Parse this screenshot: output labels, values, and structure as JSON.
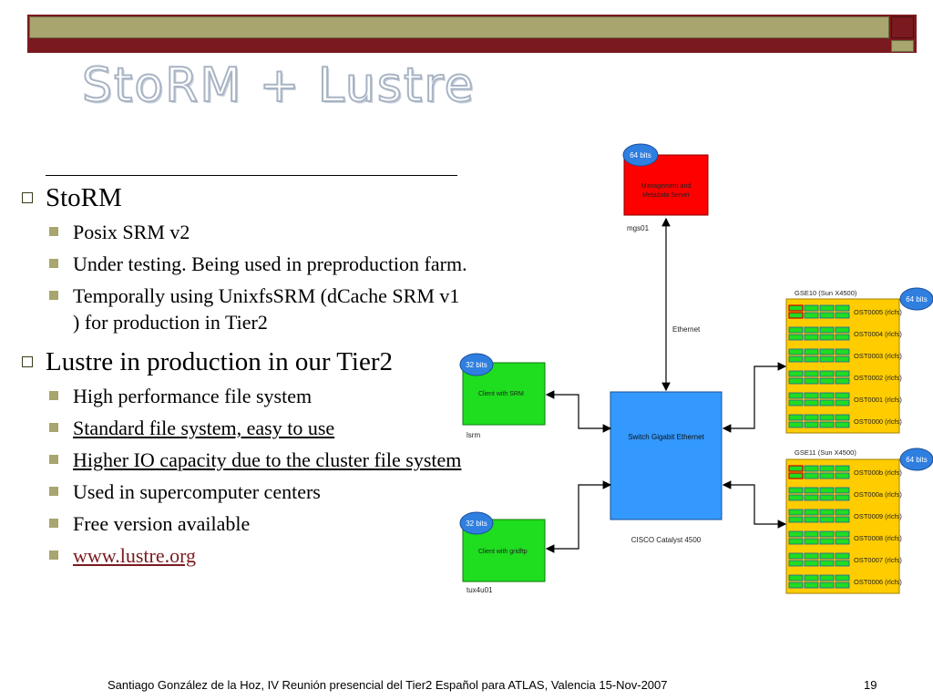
{
  "title": "StoRM + Lustre",
  "sections": [
    {
      "label": "StoRM",
      "items": [
        {
          "text": "Posix SRM v2"
        },
        {
          "text": "Under testing. Being used in preproduction farm."
        },
        {
          "text": "Temporally using UnixfsSRM (dCache SRM v1 ) for production in Tier2"
        }
      ]
    },
    {
      "label": "Lustre in production in our Tier2",
      "items": [
        {
          "text": "High performance file system"
        },
        {
          "text": "Standard file system, easy to use"
        },
        {
          "text": "Higher IO capacity due to the cluster file system"
        },
        {
          "text": "Used in supercomputer centers"
        },
        {
          "text": "Free version available"
        },
        {
          "text": "www.lustre.org"
        }
      ]
    }
  ],
  "diagram": {
    "mgs": {
      "badge": "64 bits",
      "label": "Management and Metadata Server",
      "host": "mgs01"
    },
    "ethernet_label": "Ethernet",
    "srm_client": {
      "badge": "32 bits",
      "label": "Client with SRM",
      "host": "lsrm"
    },
    "gridftp_client": {
      "badge": "32 bits",
      "label": "Client with gridftp",
      "host": "tux4u01"
    },
    "switch": {
      "label": "Switch Gigabit Ethernet",
      "caption": "CISCO Catalyst 4500"
    },
    "gse10": {
      "title": "GSE10 (Sun X4500)",
      "badge": "64 bits",
      "osts": [
        "OST0005 (rlcfs)",
        "OST0004 (rlcfs)",
        "OST0003 (rlcfs)",
        "OST0002 (rlcfs)",
        "OST0001 (rlcfs)",
        "OST0000 (rlcfs)"
      ]
    },
    "gse11": {
      "title": "GSE11 (Sun X4500)",
      "badge": "64 bits",
      "osts": [
        "OST000b (rlcfs)",
        "OST000a (rlcfs)",
        "OST0009 (rlcfs)",
        "OST0008 (rlcfs)",
        "OST0007 (rlcfs)",
        "OST0006 (rlcfs)"
      ]
    },
    "colors": {
      "server_red": "#ff0000",
      "client_green": "#1fdd1f",
      "switch_blue": "#3399ff",
      "storage_yellow": "#ffcc00",
      "badge_blue": "#2f7fe0"
    }
  },
  "footer": {
    "text": "Santiago González de la Hoz, IV Reunión presencial del Tier2 Español para ATLAS, Valencia  15-Nov-2007",
    "page": "19"
  }
}
